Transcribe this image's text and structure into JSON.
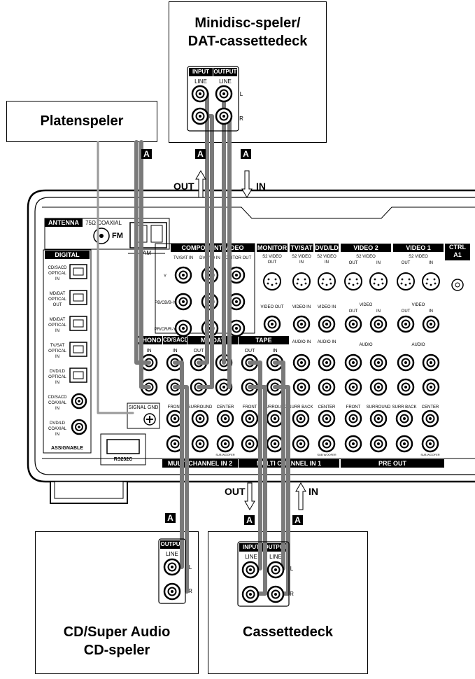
{
  "devices": {
    "md": {
      "title_line1": "Minidisc-speler/",
      "title_line2": "DAT-cassettedeck"
    },
    "turntable": {
      "title": "Platenspeler"
    },
    "cd": {
      "title_line1": "CD/Super Audio",
      "title_line2": "CD-speler"
    },
    "cassette": {
      "title": "Cassettedeck"
    }
  },
  "jack_labels": {
    "input": "INPUT",
    "output": "OUTPUT",
    "line": "LINE",
    "left": "L",
    "right": "R"
  },
  "badge": "A",
  "signals": {
    "top_out": "OUT",
    "top_in": "IN",
    "bottom_out": "OUT",
    "bottom_in": "IN"
  },
  "receiver": {
    "antenna": "ANTENNA",
    "coaxial": "75Ω COAXIAL",
    "fm": "FM",
    "am": "AM",
    "digital": "DIGITAL",
    "digital_inputs": [
      {
        "l1": "CD/SACD",
        "l2": "OPTICAL",
        "l3": "IN"
      },
      {
        "l1": "MD/DAT",
        "l2": "OPTICAL",
        "l3": "OUT"
      },
      {
        "l1": "MD/DAT",
        "l2": "OPTICAL",
        "l3": "IN"
      },
      {
        "l1": "TV/SAT",
        "l2": "OPTICAL",
        "l3": "IN"
      },
      {
        "l1": "DVD/LD",
        "l2": "OPTICAL",
        "l3": "IN"
      },
      {
        "l1": "CD/SACD",
        "l2": "COAXIAL",
        "l3": "IN"
      },
      {
        "l1": "DVD/LD",
        "l2": "COAXIAL",
        "l3": "IN"
      }
    ],
    "assignable": "ASSIGNABLE",
    "component_video": "COMPONENT VIDEO",
    "cv_cols": [
      "TV/SAT IN",
      "DVD/LD IN",
      "MONITOR OUT"
    ],
    "cv_rows": [
      "Y",
      "PB/CB/B-Y",
      "PR/CR/R-Y"
    ],
    "monitor": "MONITOR",
    "tvsat": "TV/SAT",
    "dvdld": "DVD/LD",
    "video2": "VIDEO 2",
    "video1": "VIDEO 1",
    "ctrl": "CTRL A1",
    "s2video": "S2 VIDEO",
    "s2_out": "OUT",
    "s2_in": "IN",
    "video": "VIDEO",
    "video_out": "VIDEO OUT",
    "video_in": "VIDEO IN",
    "audio": "AUDIO",
    "audio_in": "AUDIO IN",
    "out": "OUT",
    "in": "IN",
    "phono": "PHONO",
    "cdsacd": "CD/SACD",
    "mddat": "MD/DAT",
    "tape": "TAPE",
    "signal_gnd": "SIGNAL GND",
    "rs232c": "RS232C",
    "mc_cols": [
      "FRONT",
      "SURROUND",
      "CENTER"
    ],
    "mc2_cols": [
      "FRONT",
      "SURROUND",
      "SURR BACK",
      "CENTER"
    ],
    "sub_woofer": "SUB WOOFER",
    "multi2": "MULTI CHANNEL IN 2",
    "multi1": "MULTI CHANNEL IN 1",
    "preout": "PRE OUT"
  }
}
